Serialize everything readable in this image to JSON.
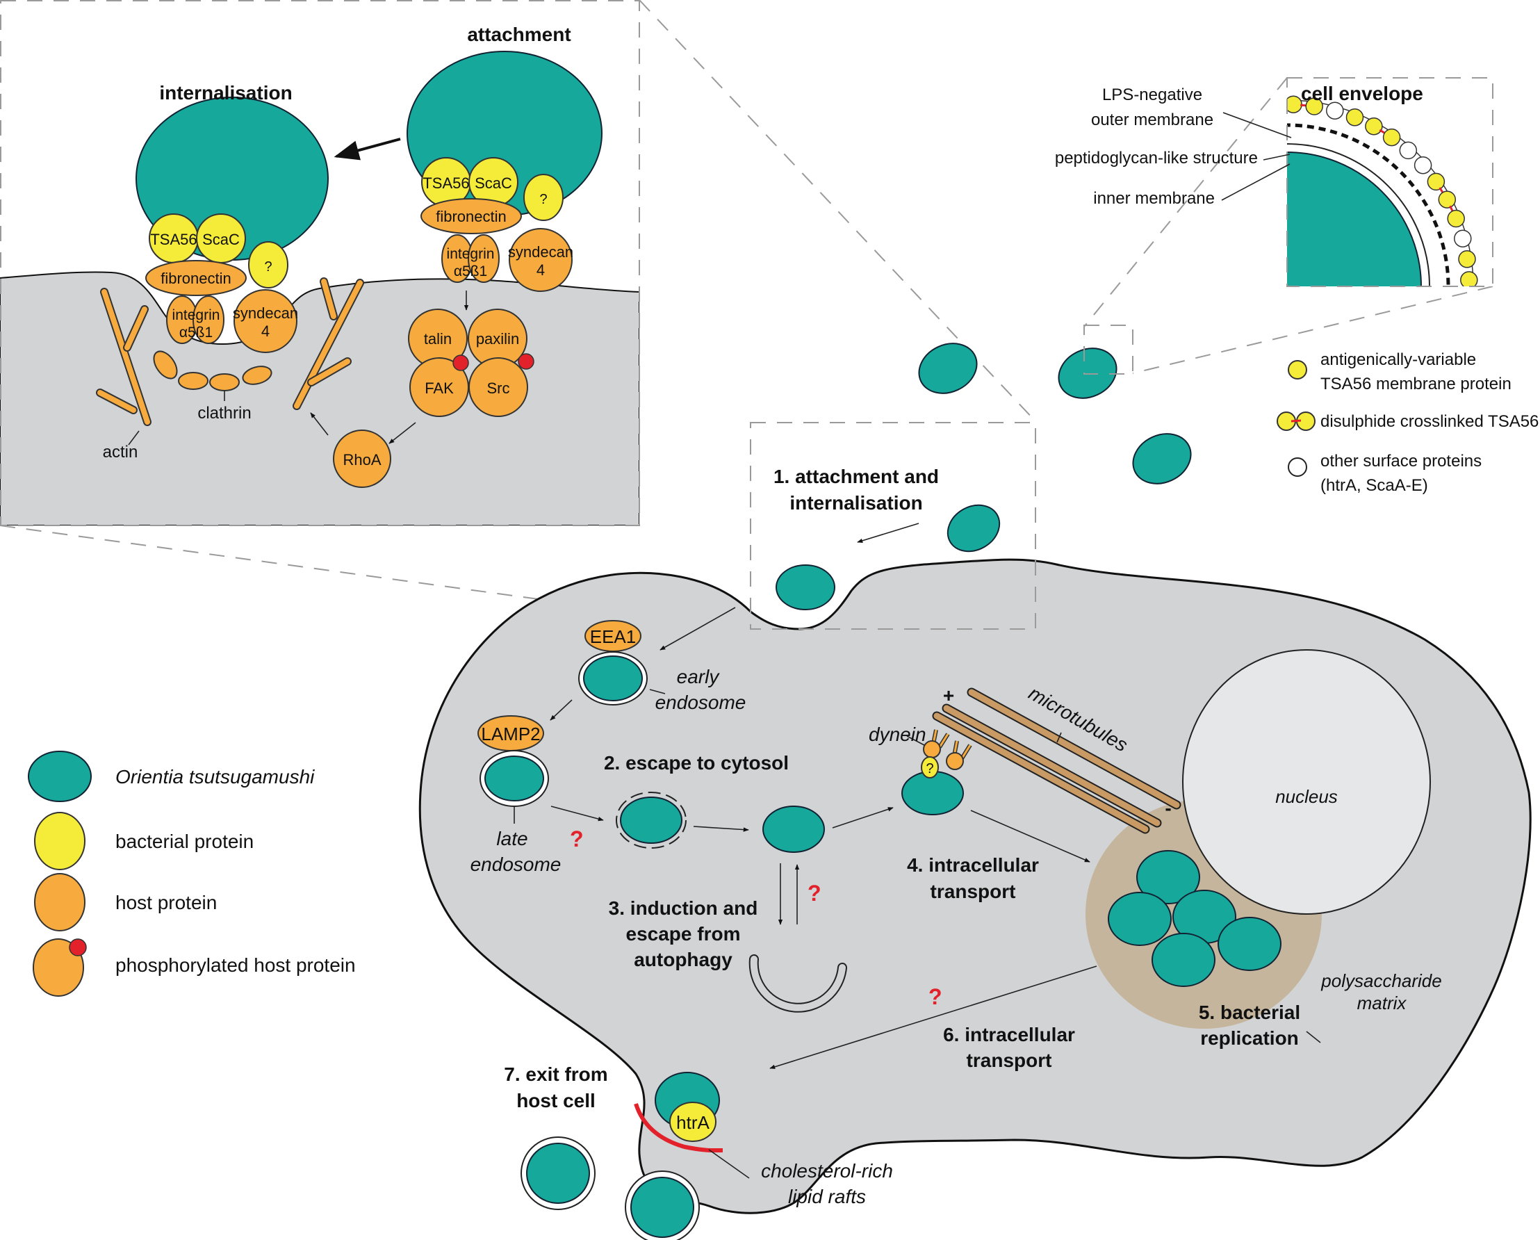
{
  "colors": {
    "bacterium": "#16a89a",
    "bacterial_protein": "#f5ec3a",
    "host_protein": "#f7ab3e",
    "phosphorylation": "#e3212b",
    "cytoplasm": "#d1d3d4",
    "nucleus": "#e6e7e8",
    "polysaccharide_matrix": "#c4b59c",
    "microtubule": "#c99a63",
    "lipid_raft": "#e3212b",
    "question_mark": "#e3212b"
  },
  "inset_attachment": {
    "title_attachment": "attachment",
    "title_internalisation": "internalisation",
    "attach_complex": {
      "tsa56": "TSA56",
      "scac": "ScaC",
      "unknown": "?",
      "fibronectin": "fibronectin",
      "integrin_line1": "integrin",
      "integrin_line2": "α5ß1",
      "syndecan_line1": "syndecan",
      "syndecan_line2": "4",
      "talin": "talin",
      "paxilin": "paxilin",
      "fak": "FAK",
      "src": "Src",
      "rhoa": "RhoA"
    },
    "internal_complex": {
      "tsa56": "TSA56",
      "scac": "ScaC",
      "unknown": "?",
      "fibronectin": "fibronectin",
      "integrin_line1": "integrin",
      "integrin_line2": "α5ß1",
      "syndecan_line1": "syndecan",
      "syndecan_line2": "4",
      "clathrin": "clathrin",
      "actin": "actin"
    }
  },
  "inset_envelope": {
    "title": "cell envelope",
    "outer_membrane_line1": "LPS-negative",
    "outer_membrane_line2": "outer membrane",
    "peptidoglycan": "peptidoglycan-like structure",
    "inner_membrane": "inner membrane"
  },
  "envelope_legend": [
    {
      "icon": "tsa56-circle",
      "line1": "antigenically-variable",
      "line2": "TSA56 membrane protein"
    },
    {
      "icon": "crosslinked-pair",
      "line1": "disulphide crosslinked TSA56",
      "line2": ""
    },
    {
      "icon": "white-circle",
      "line1": "other surface proteins",
      "line2": "(htrA, ScaA-E)"
    }
  ],
  "main_legend": [
    {
      "icon": "teal-ellipse",
      "label": "Orientia tsutsugamushi",
      "italic": true
    },
    {
      "icon": "yellow-circle",
      "label": "bacterial protein",
      "italic": false
    },
    {
      "icon": "orange-circle",
      "label": "host protein",
      "italic": false
    },
    {
      "icon": "phospho-circle",
      "label": "phosphorylated host protein",
      "italic": false
    }
  ],
  "steps": {
    "s1_line1": "1. attachment and",
    "s1_line2": "internalisation",
    "s2": "2. escape to cytosol",
    "s3_line1": "3. induction and",
    "s3_line2": "escape from",
    "s3_line3": "autophagy",
    "s4_line1": "4. intracellular",
    "s4_line2": "transport",
    "s5_line1": "5. bacterial",
    "s5_line2": "replication",
    "s6_line1": "6. intracellular",
    "s6_line2": "transport",
    "s7_line1": "7. exit from",
    "s7_line2": "host cell"
  },
  "labels": {
    "eea1": "EEA1",
    "early_line1": "early",
    "early_line2": "endosome",
    "lamp2": "LAMP2",
    "late_line1": "late",
    "late_line2": "endosome",
    "dynein": "dynein",
    "dynein_adaptor": "?",
    "microtubules": "microtubules",
    "plus_end": "+",
    "minus_end": "-",
    "nucleus": "nucleus",
    "matrix_line1": "polysaccharide",
    "matrix_line2": "matrix",
    "htra": "htrA",
    "rafts_line1": "cholesterol-rich",
    "rafts_line2": "lipid rafts",
    "question": "?"
  }
}
